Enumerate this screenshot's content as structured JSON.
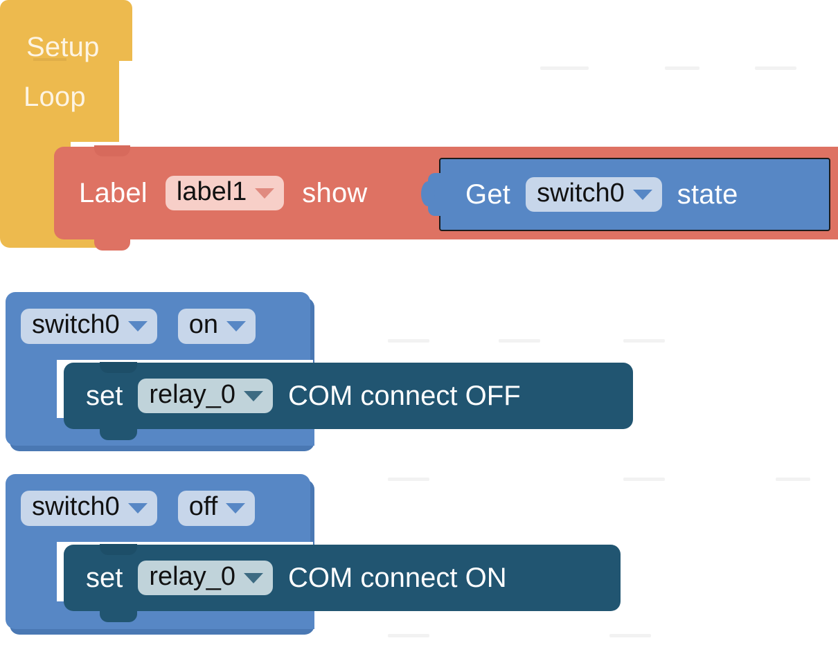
{
  "canvas": {
    "title": "Block Program Canvas",
    "background": "#ffffff"
  },
  "colors": {
    "event_yellow": "#edba4e",
    "label_red": "#de7263",
    "value_blue": "#5787c5",
    "action_teal": "#215571",
    "chip_pink": "#f7cfc8",
    "chip_lightblue": "#c7d6ea",
    "chip_palegrey": "#c0d3da",
    "block_text": "#ffffff",
    "chip_text": "#111111"
  },
  "stacks": [
    {
      "name": "setup-loop-stack",
      "hat_setup": {
        "label": "Setup"
      },
      "hat_loop": {
        "label": "Loop"
      },
      "body": {
        "name": "label-show-block",
        "color": "#de7263",
        "prefix": "Label",
        "dropdown": {
          "value": "label1",
          "icon": "chevron-down-icon"
        },
        "suffix": "show",
        "value_block": {
          "name": "get-switch-state-block",
          "color": "#5787c5",
          "prefix": "Get",
          "dropdown": {
            "value": "switch0",
            "icon": "chevron-down-icon"
          },
          "suffix": "state"
        }
      }
    },
    {
      "name": "switch-on-event-stack",
      "event": {
        "device": {
          "value": "switch0",
          "icon": "chevron-down-icon"
        },
        "state": {
          "value": "on",
          "icon": "chevron-down-icon"
        }
      },
      "action": {
        "name": "set-relay-block",
        "prefix": "set",
        "dropdown": {
          "value": "relay_0",
          "icon": "chevron-down-icon"
        },
        "suffix": "COM connect OFF"
      }
    },
    {
      "name": "switch-off-event-stack",
      "event": {
        "device": {
          "value": "switch0",
          "icon": "chevron-down-icon"
        },
        "state": {
          "value": "off",
          "icon": "chevron-down-icon"
        }
      },
      "action": {
        "name": "set-relay-block",
        "prefix": "set",
        "dropdown": {
          "value": "relay_0",
          "icon": "chevron-down-icon"
        },
        "suffix": "COM connect ON"
      }
    }
  ]
}
